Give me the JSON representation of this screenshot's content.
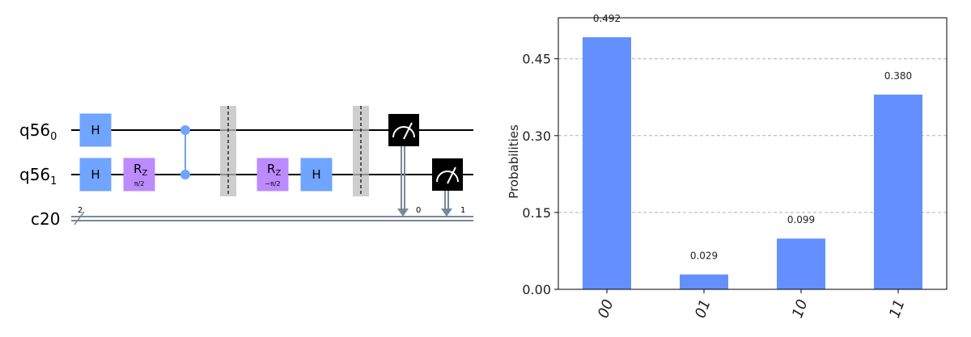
{
  "circuit": {
    "qubits": [
      {
        "name": "q56",
        "index": "0"
      },
      {
        "name": "q56",
        "index": "1"
      }
    ],
    "creg": {
      "name": "c20",
      "width": "2"
    },
    "gates": {
      "h": "H",
      "rz_main": "R",
      "rz_sub": "Z",
      "rz1_param": "π/2",
      "rz2_param": "−π/2"
    },
    "measure_bits": [
      "0",
      "1"
    ],
    "colors": {
      "h_gate": "#6fa4ff",
      "rz_gate": "#bb8bff",
      "cz": "#6fa4ff",
      "measure": "#000000",
      "barrier": "#bdbdbd",
      "creg_line": "#778899"
    }
  },
  "chart_data": {
    "type": "bar",
    "categories": [
      "00",
      "01",
      "10",
      "11"
    ],
    "values": [
      0.492,
      0.029,
      0.099,
      0.38
    ],
    "value_labels": [
      "0.492",
      "0.029",
      "0.099",
      "0.380"
    ],
    "title": "",
    "xlabel": "",
    "ylabel": "Probabilities",
    "ylim": [
      0,
      0.53
    ],
    "yticks": [
      0.0,
      0.15,
      0.3,
      0.45
    ],
    "ytick_labels": [
      "0.00",
      "0.15",
      "0.30",
      "0.45"
    ],
    "grid": "horizontal dashed",
    "bar_color": "#648fff"
  }
}
